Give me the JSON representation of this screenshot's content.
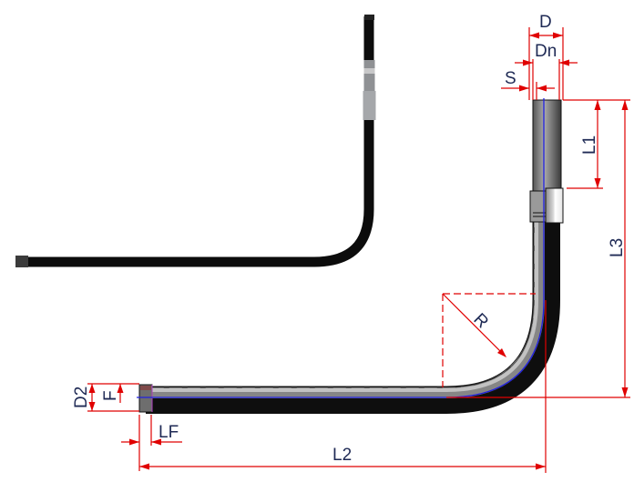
{
  "diagram": {
    "type": "technical-drawing",
    "subject": "Bent pipe with threaded ends and coupling sleeve",
    "colors": {
      "dimension_line": "#e00000",
      "centerline": "#2020e0",
      "pipe_dark": "#141414",
      "pipe_light": "#8a8a8a",
      "label_text": "#1f2a55",
      "sleeve": "#f2f2f2"
    },
    "photo": {
      "description": "Photo of the bent black pipe with a metallic coupling near the top end"
    },
    "dimensions": {
      "D": "D",
      "Dn": "Dn",
      "S": "S",
      "L1": "L1",
      "L3": "L3",
      "R": "R",
      "D2": "D2",
      "F": "F",
      "LF": "LF",
      "L2": "L2"
    }
  }
}
